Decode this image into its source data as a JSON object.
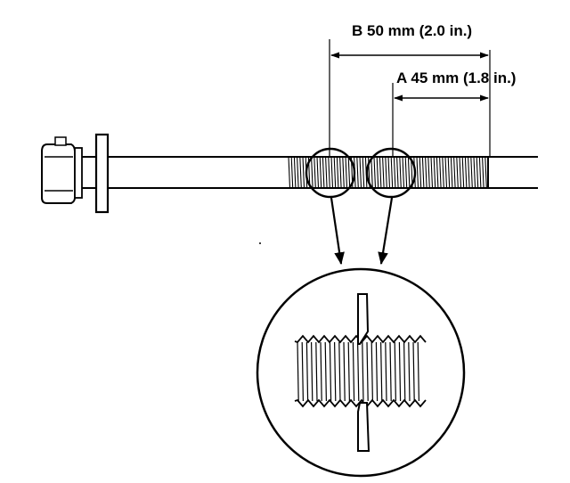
{
  "dimensions": {
    "b": {
      "label": "B 50 mm (2.0 in.)",
      "letter": "B",
      "mm": 50,
      "inches": 2.0
    },
    "a": {
      "label": "A 45 mm (1.8 in.)",
      "letter": "A",
      "mm": 45,
      "inches": 1.8
    }
  },
  "colors": {
    "ink": "#000000",
    "paper": "#ffffff"
  }
}
